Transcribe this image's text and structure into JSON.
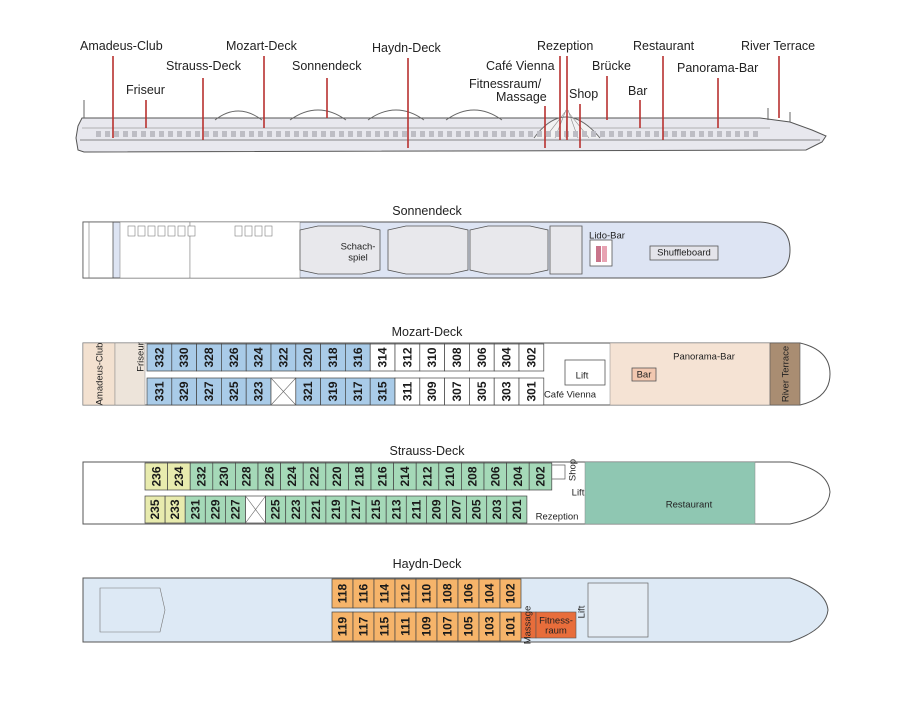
{
  "profile_labels": [
    {
      "text": "Amadeus-Club"
    },
    {
      "text": "Friseur"
    },
    {
      "text": "Strauss-Deck"
    },
    {
      "text": "Mozart-Deck"
    },
    {
      "text": "Sonnendeck"
    },
    {
      "text": "Haydn-Deck"
    },
    {
      "text": "Fitnessraum/"
    },
    {
      "text": "Massage"
    },
    {
      "text": "Café Vienna"
    },
    {
      "text": "Rezeption"
    },
    {
      "text": "Shop"
    },
    {
      "text": "Brücke"
    },
    {
      "text": "Restaurant"
    },
    {
      "text": "Bar"
    },
    {
      "text": "Panorama-Bar"
    },
    {
      "text": "River Terrace"
    }
  ],
  "decks": {
    "sonnendeck": {
      "title": "Sonnendeck",
      "labels": {
        "schach1": "Schach-",
        "schach2": "spiel",
        "lido": "Lido-Bar",
        "shuffle": "Shuffleboard"
      }
    },
    "mozart": {
      "title": "Mozart-Deck",
      "top_rooms": [
        "332",
        "330",
        "328",
        "326",
        "324",
        "322",
        "320",
        "318",
        "316",
        "314",
        "312",
        "310",
        "308",
        "306",
        "304",
        "302"
      ],
      "bottom_rooms": [
        "331",
        "329",
        "327",
        "325",
        "323",
        "",
        "321",
        "319",
        "317",
        "315",
        "311",
        "309",
        "307",
        "305",
        "303",
        "301"
      ],
      "labels": {
        "club": "Amadeus-Club",
        "friseur": "Friseur",
        "lift": "Lift",
        "bar": "Bar",
        "panorama": "Panorama-Bar",
        "cafe": "Café Vienna",
        "terrace": "River Terrace"
      }
    },
    "strauss": {
      "title": "Strauss-Deck",
      "top_rooms": [
        "236",
        "234",
        "232",
        "230",
        "228",
        "226",
        "224",
        "222",
        "220",
        "218",
        "216",
        "214",
        "212",
        "210",
        "208",
        "206",
        "204",
        "202"
      ],
      "bottom_rooms": [
        "235",
        "233",
        "231",
        "229",
        "227",
        "",
        "225",
        "223",
        "221",
        "219",
        "217",
        "215",
        "213",
        "211",
        "209",
        "207",
        "205",
        "203",
        "201"
      ],
      "labels": {
        "shop": "Shop",
        "lift": "Lift",
        "rezeption": "Rezeption",
        "restaurant": "Restaurant"
      }
    },
    "haydn": {
      "title": "Haydn-Deck",
      "top_rooms": [
        "118",
        "116",
        "114",
        "112",
        "110",
        "108",
        "106",
        "104",
        "102"
      ],
      "bottom_rooms": [
        "119",
        "117",
        "115",
        "111",
        "109",
        "107",
        "105",
        "103",
        "101"
      ],
      "labels": {
        "massage": "Massage",
        "fitness1": "Fitness-",
        "fitness2": "raum",
        "lift": "Lift"
      }
    }
  },
  "colors": {
    "blue": "#a9cbe8",
    "green": "#a5d9b8",
    "yellow": "#e8ebae",
    "orange": "#f6b46a",
    "restaurant": "#8fc7b2",
    "bar": "#f3d7c5",
    "fitness": "#e86d3b",
    "shell": "#dde9f5",
    "grey": "#e4e4ea",
    "red_line": "#b8312f"
  }
}
